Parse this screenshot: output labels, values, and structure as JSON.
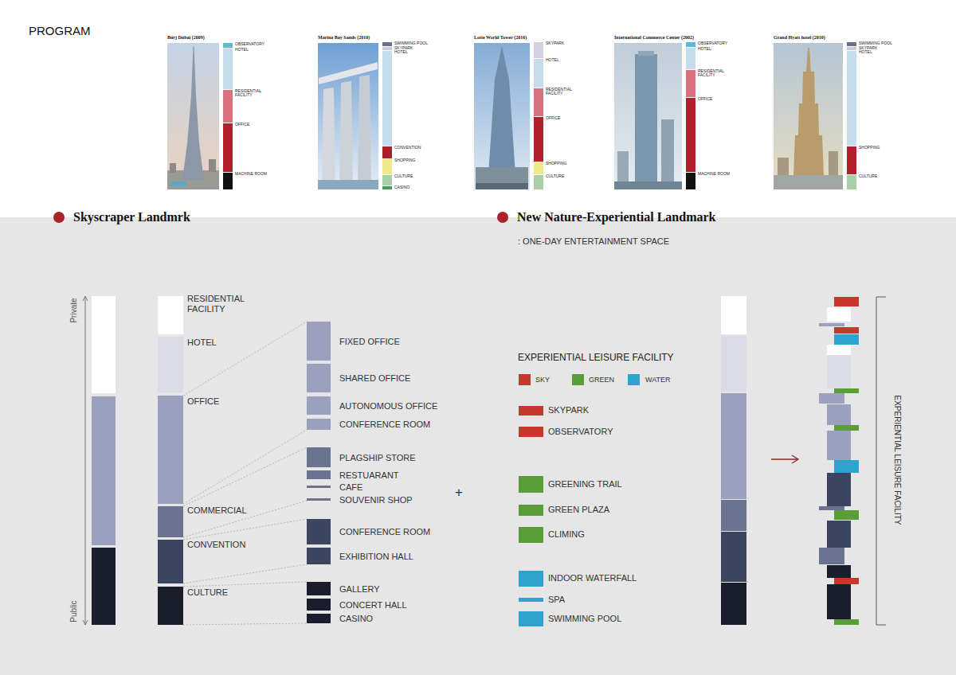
{
  "diagram": {
    "title": "PROGRAM",
    "nodes": [
      {
        "text": [
          "OBSERVATORY"
        ]
      },
      {
        "text": [
          "HOTEL"
        ]
      },
      {
        "text": [
          "RESIDENTIAL FACILITY"
        ]
      },
      {
        "text": [
          "OFFICE"
        ]
      },
      {
        "text": [
          "MACHINE ROOM"
        ]
      },
      {
        "text": [
          "SWIMMING POOL"
        ]
      },
      {
        "text": [
          "SKYPARK"
        ]
      },
      {
        "text": [
          "HOTEL"
        ]
      },
      {
        "text": [
          "CONVENTION"
        ]
      },
      {
        "text": [
          "SHOPPING"
        ]
      },
      {
        "text": [
          "CULTURE"
        ]
      },
      {
        "text": [
          "CASINO"
        ]
      },
      {
        "text": [
          "SKYPARK"
        ]
      },
      {
        "text": [
          "HOTEL"
        ]
      },
      {
        "text": [
          "RESIDENTIAL FACILITY"
        ]
      },
      {
        "text": [
          "OFFICE"
        ]
      },
      {
        "text": [
          "SHOPPING"
        ]
      },
      {
        "text": [
          "CULTURE"
        ]
      },
      {
        "text": [
          "OBSERVATORY"
        ]
      },
      {
        "text": [
          "HOTEL"
        ]
      },
      {
        "text": [
          "RESIDENTIAL FACILITY"
        ]
      },
      {
        "text": [
          "OFFICE"
        ]
      },
      {
        "text": [
          "MACHINE ROOM"
        ]
      },
      {
        "text": [
          "SWIMMING POOL"
        ]
      },
      {
        "text": [
          "SKYPARK"
        ]
      },
      {
        "text": [
          "HOTEL"
        ]
      },
      {
        "text": [
          "SHOPPING"
        ]
      },
      {
        "text": [
          "CULTURE"
        ]
      },
      {
        "text": [
          "RESIDENTIAL FACILITY"
        ]
      },
      {
        "text": [
          "HOTEL"
        ]
      },
      {
        "text": [
          "OFFICE"
        ]
      },
      {
        "text": [
          "COMMERCIAL"
        ]
      },
      {
        "text": [
          "CONVENTION"
        ]
      },
      {
        "text": [
          "CULTURE"
        ]
      },
      {
        "text": [
          "FIXED OFFICE"
        ]
      },
      {
        "text": [
          "SHARED OFFICE"
        ]
      },
      {
        "text": [
          "AUTONOMOUS OFFICE"
        ]
      },
      {
        "text": [
          "CONFERENCE ROOM"
        ]
      },
      {
        "text": [
          "PLAGSHIP STORE"
        ]
      },
      {
        "text": [
          "RESTUARANT"
        ]
      },
      {
        "text": [
          "CAFE"
        ]
      },
      {
        "text": [
          "SOUVENIR SHOP"
        ]
      },
      {
        "text": [
          "CONFERENCE ROOM"
        ]
      },
      {
        "text": [
          "EXHIBITION HALL"
        ]
      },
      {
        "text": [
          "GALLERY"
        ]
      },
      {
        "text": [
          "CONCERT HALL"
        ]
      },
      {
        "text": [
          "CASINO"
        ]
      }
    ],
    "edges": [
      {
        "from": 30,
        "to": 34,
        "arrow": "none"
      },
      {
        "from": 30,
        "to": 37,
        "arrow": "none"
      },
      {
        "from": 31,
        "to": 38,
        "arrow": "none"
      },
      {
        "from": 31,
        "to": 41,
        "arrow": "none"
      },
      {
        "from": 32,
        "to": 42,
        "arrow": "none"
      },
      {
        "from": 32,
        "to": 43,
        "arrow": "none"
      },
      {
        "from": 33,
        "to": 44,
        "arrow": "none"
      },
      {
        "from": 33,
        "to": 46,
        "arrow": "none"
      }
    ],
    "labels": [
      "Burj Dubai (2009)",
      "Marina Bay Sands (2010)",
      "Lotte World Tower (2016)",
      "International Commerce Center (2002)",
      "Grand Hyatt hotel (2010)",
      "Skyscraper Landmrk",
      "New Nature-Experiential Landmark",
      ": ONE-DAY ENTERTAINMENT SPACE",
      "Private",
      "Public",
      "+",
      "EXPERIENTIAL LEISURE FACILITY",
      "EXPERIENTIAL LEISURE FACILITY"
    ],
    "legend": [
      {
        "text": "SKY",
        "color": "#c8372d"
      },
      {
        "text": "GREEN",
        "color": "#5a9e3a"
      },
      {
        "text": "WATER",
        "color": "#2ea3d0"
      },
      {
        "text": "SKYPARK",
        "color": "#c8372d"
      },
      {
        "text": "OBSERVATORY",
        "color": "#c8372d"
      },
      {
        "text": "GREENING TRAIL",
        "color": "#5a9e3a"
      },
      {
        "text": "GREEN PLAZA",
        "color": "#5a9e3a"
      },
      {
        "text": "CLIMING",
        "color": "#5a9e3a"
      },
      {
        "text": "INDOOR WATERFALL",
        "color": "#2ea3d0"
      },
      {
        "text": "SPA",
        "color": "#2ea3d0"
      },
      {
        "text": "SWIMMING POOL",
        "color": "#2ea3d0"
      }
    ]
  }
}
